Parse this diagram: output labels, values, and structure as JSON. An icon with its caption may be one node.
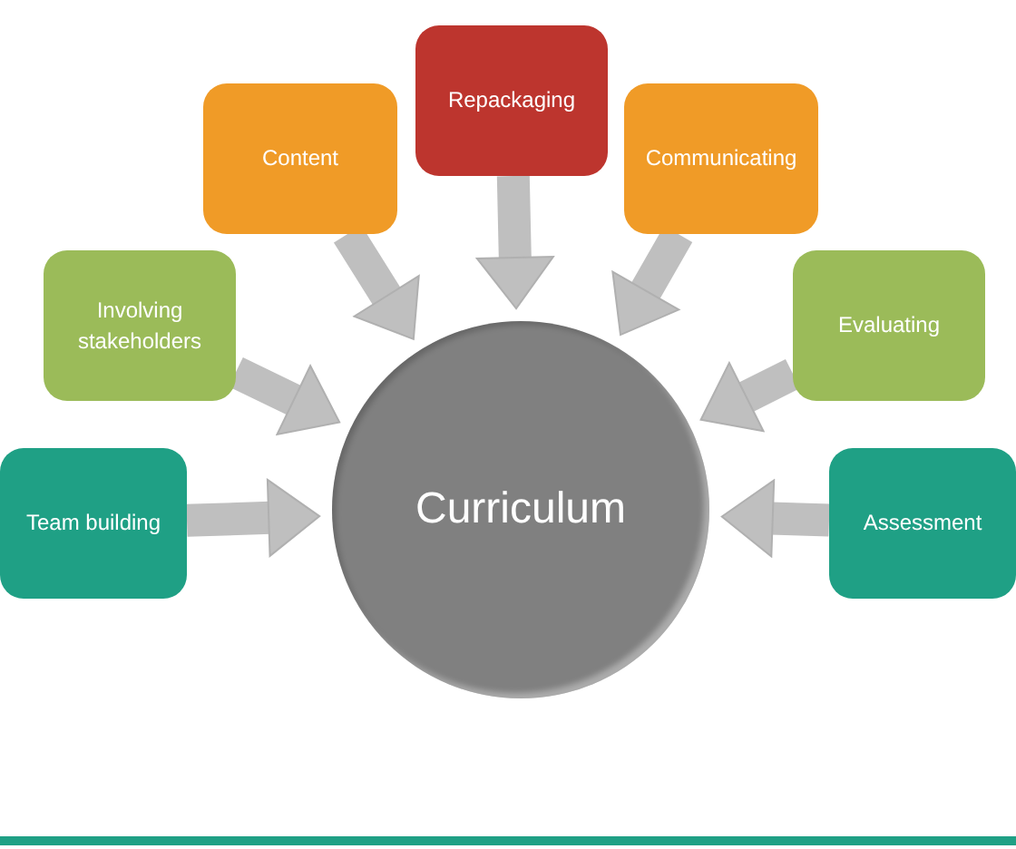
{
  "diagram": {
    "nodes": [
      {
        "text": [
          "Repackaging"
        ]
      },
      {
        "text": [
          "Content"
        ]
      },
      {
        "text": [
          "Communicating"
        ]
      },
      {
        "text": [
          "Involving stakeholders"
        ]
      },
      {
        "text": [
          "Evaluating"
        ]
      },
      {
        "text": [
          "Team building"
        ]
      },
      {
        "text": [
          "Curriculum"
        ]
      },
      {
        "text": [
          "Assessment"
        ]
      }
    ],
    "edges": [
      {
        "from": 0,
        "to": 6,
        "arrow": "to"
      },
      {
        "from": 1,
        "to": 6,
        "arrow": "to"
      },
      {
        "from": 2,
        "to": 6,
        "arrow": "to"
      },
      {
        "from": 3,
        "to": 6,
        "arrow": "to"
      },
      {
        "from": 4,
        "to": 6,
        "arrow": "to"
      },
      {
        "from": 5,
        "to": 6,
        "arrow": "to"
      },
      {
        "from": 7,
        "to": 6,
        "arrow": "to"
      }
    ]
  }
}
